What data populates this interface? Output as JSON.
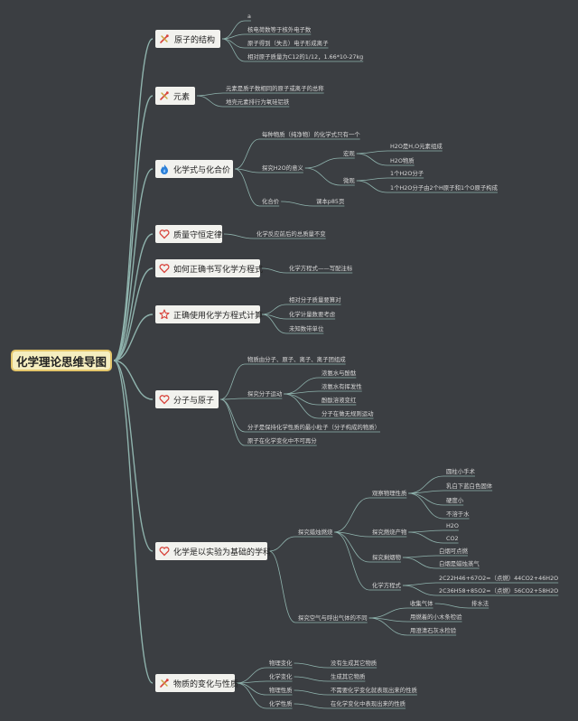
{
  "root": {
    "label": "化学理论思维导图"
  },
  "topics": [
    {
      "id": "t1",
      "label": "原子的结构",
      "icon": "tools-icon"
    },
    {
      "id": "t2",
      "label": "元素",
      "icon": "tools-icon"
    },
    {
      "id": "t3",
      "label": "化学式与化合价",
      "icon": "flame-icon"
    },
    {
      "id": "t4",
      "label": "质量守恒定律",
      "icon": "heart-icon"
    },
    {
      "id": "t5",
      "label": "如何正确书写化学方程式",
      "icon": "heart-icon"
    },
    {
      "id": "t6",
      "label": "正确使用化学方程式计算",
      "icon": "star-icon"
    },
    {
      "id": "t7",
      "label": "分子与原子",
      "icon": "heart-icon"
    },
    {
      "id": "t8",
      "label": "化学是以实验为基础的学科",
      "icon": "heart-icon"
    },
    {
      "id": "t9",
      "label": "物质的变化与性质",
      "icon": "tools-icon"
    }
  ],
  "leaves": [
    {
      "id": "a1",
      "text": "a"
    },
    {
      "id": "a2",
      "text": "核电荷数等于核外电子数"
    },
    {
      "id": "a3",
      "text": "原子得到（失去）电子形成离子"
    },
    {
      "id": "a4",
      "text": "相对原子质量为C12的1/12，1.66*10-27kg"
    },
    {
      "id": "b1",
      "text": "元素是质子数相同的原子或离子的总称"
    },
    {
      "id": "b2",
      "text": "地壳元素排行为氧硅铝铁"
    },
    {
      "id": "c1",
      "text": "每种物质（纯净物）的化学式只有一个"
    },
    {
      "id": "c2",
      "text": "探究H2O的意义"
    },
    {
      "id": "c2a",
      "text": "宏观"
    },
    {
      "id": "c2a1",
      "text": "H2O是H,O元素组成"
    },
    {
      "id": "c2a2",
      "text": "H2O物质"
    },
    {
      "id": "c2b",
      "text": "微观"
    },
    {
      "id": "c2b1",
      "text": "1个H2O分子"
    },
    {
      "id": "c2b2",
      "text": "1个H2O分子由2个H原子和1个O原子构成"
    },
    {
      "id": "c3",
      "text": "化合价"
    },
    {
      "id": "c3a",
      "text": "课本p85页"
    },
    {
      "id": "d1",
      "text": "化学反应前后的总质量不变"
    },
    {
      "id": "e1",
      "text": "化学方程式——写配注标"
    },
    {
      "id": "f1",
      "text": "相对分子质量要算对"
    },
    {
      "id": "f2",
      "text": "化学计量数要考虑"
    },
    {
      "id": "f3",
      "text": "未知数带单位"
    },
    {
      "id": "g1",
      "text": "物质由分子、原子、离子、离子团组成"
    },
    {
      "id": "g2",
      "text": "探究分子运动"
    },
    {
      "id": "g2a",
      "text": "浓氨水与酚酞"
    },
    {
      "id": "g2b",
      "text": "浓氨水有挥发性"
    },
    {
      "id": "g2c",
      "text": "酚酞溶液变红"
    },
    {
      "id": "g2d",
      "text": "分子在做无规则运动"
    },
    {
      "id": "g3",
      "text": "分子是保持化学性质的最小粒子（分子构成的物质）"
    },
    {
      "id": "g4",
      "text": "原子在化学变化中不可再分"
    },
    {
      "id": "h1",
      "text": "探究蜡烛燃烧"
    },
    {
      "id": "h1a",
      "text": "观察物理性质"
    },
    {
      "id": "h1a1",
      "text": "圆柱小手术"
    },
    {
      "id": "h1a2",
      "text": "乳白下蓝白色固体"
    },
    {
      "id": "h1a3",
      "text": "硬度小"
    },
    {
      "id": "h1a4",
      "text": "不溶于水"
    },
    {
      "id": "h1b",
      "text": "探究燃烧产物"
    },
    {
      "id": "h1b1",
      "text": "H2O"
    },
    {
      "id": "h1b2",
      "text": "CO2"
    },
    {
      "id": "h1c",
      "text": "探究剩烟物"
    },
    {
      "id": "h1c1",
      "text": "白烟可点燃"
    },
    {
      "id": "h1c2",
      "text": "白烟是蜡烛蒸气"
    },
    {
      "id": "h1d",
      "text": "化学方程式"
    },
    {
      "id": "h1d1",
      "text": "2C22H46+67O2=（点燃）44CO2+46H2O"
    },
    {
      "id": "h1d2",
      "text": "2C36H58+85O2=（点燃）56CO2+58H2O"
    },
    {
      "id": "h2",
      "text": "探究空气与呼出气体的不同"
    },
    {
      "id": "h2a",
      "text": "收集气体"
    },
    {
      "id": "h2a1",
      "text": "排水法"
    },
    {
      "id": "h2b",
      "text": "用燃着的小木条检验"
    },
    {
      "id": "h2c",
      "text": "用澄清石灰水检验"
    },
    {
      "id": "i1",
      "text": "物理变化"
    },
    {
      "id": "i1a",
      "text": "没有生成其它物质"
    },
    {
      "id": "i2",
      "text": "化学变化"
    },
    {
      "id": "i2a",
      "text": "生成其它物质"
    },
    {
      "id": "i3",
      "text": "物理性质"
    },
    {
      "id": "i3a",
      "text": "不需要化学变化就表现出来的性质"
    },
    {
      "id": "i4",
      "text": "化学性质"
    },
    {
      "id": "i4a",
      "text": "在化学变化中表现出来的性质"
    }
  ],
  "colors": {
    "link": "#8fb3ad",
    "topic_bg": "#f2f2ee",
    "root_bg": "#f5eec0",
    "root_border": "#e4c66b",
    "background": "#3b3e42",
    "leaf_text": "#d8d8d8",
    "icon_red": "#d8443c",
    "icon_blue": "#2a7fd8"
  }
}
